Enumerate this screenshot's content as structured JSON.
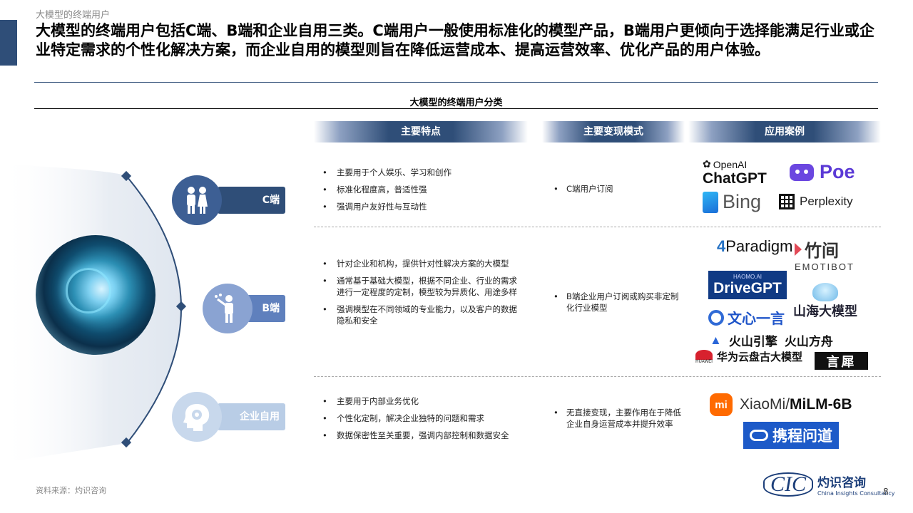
{
  "header": {
    "section_label": "大模型的终端用户",
    "headline": "大模型的终端用户包括C端、B端和企业自用三类。C端用户一般使用标准化的模型产品，B端用户更倾向于选择能满足行业或企业特定需求的个性化解决方案，而企业自用的模型则旨在降低运营成本、提高运营效率、优化产品的用户体验。"
  },
  "table": {
    "title": "大模型的终端用户分类",
    "col_headers": [
      "主要特点",
      "主要变现模式",
      "应用案例"
    ],
    "rows": [
      {
        "category": "C端",
        "features": [
          "主要用于个人娱乐、学习和创作",
          "标准化程度高，普适性强",
          "强调用户友好性与互动性"
        ],
        "revenue": [
          "C端用户订阅"
        ]
      },
      {
        "category": "B端",
        "features": [
          "针对企业和机构，提供针对性解决方案的大模型",
          "通常基于基础大模型，根据不同企业、行业的需求进行一定程度的定制，模型较为异质化、用途多样",
          "强调模型在不同领域的专业能力，以及客户的数据隐私和安全"
        ],
        "revenue": [
          "B端企业用户订阅或购买非定制化行业模型"
        ]
      },
      {
        "category": "企业自用",
        "features": [
          "主要用于内部业务优化",
          "个性化定制，解决企业独特的问题和需求",
          "数据保密性至关重要，强调内部控制和数据安全"
        ],
        "revenue": [
          "无直接变现，主要作用在于降低企业自身运营成本并提升效率"
        ]
      }
    ]
  },
  "logos": {
    "openai": "OpenAI",
    "chatgpt": "ChatGPT",
    "poe": "Poe",
    "bing": "Bing",
    "perplexity": "Perplexity",
    "paradigm_mark": "4",
    "paradigm": "Paradigm",
    "emotibot_zh": "竹间",
    "emotibot_en": "EMOTIBOT",
    "drivegpt_small": "HAOMO.AI",
    "drivegpt": "DriveGPT",
    "wenxin": "文心一言",
    "shanhai": "山海大模型",
    "huoshan_engine": "火山引擎",
    "huoshan_boat": "火山方舟",
    "huawei": "HUAWEI",
    "pangu": "华为云盘古大模型",
    "yanxi": "言犀",
    "xiaomi_mark": "mi",
    "xiaomi": "XiaoMi/",
    "milm": "MiLM-6B",
    "xiecheng": "携程问道"
  },
  "footer": {
    "source": "资料来源：灼识咨询",
    "brand_mark": "CIC",
    "brand_zh": "灼识咨询",
    "brand_en": "China Insights Consultancy",
    "page": "8"
  },
  "colors": {
    "navy": "#2f4e78",
    "mid_blue": "#5f80bd",
    "light_blue": "#b9cde6"
  }
}
